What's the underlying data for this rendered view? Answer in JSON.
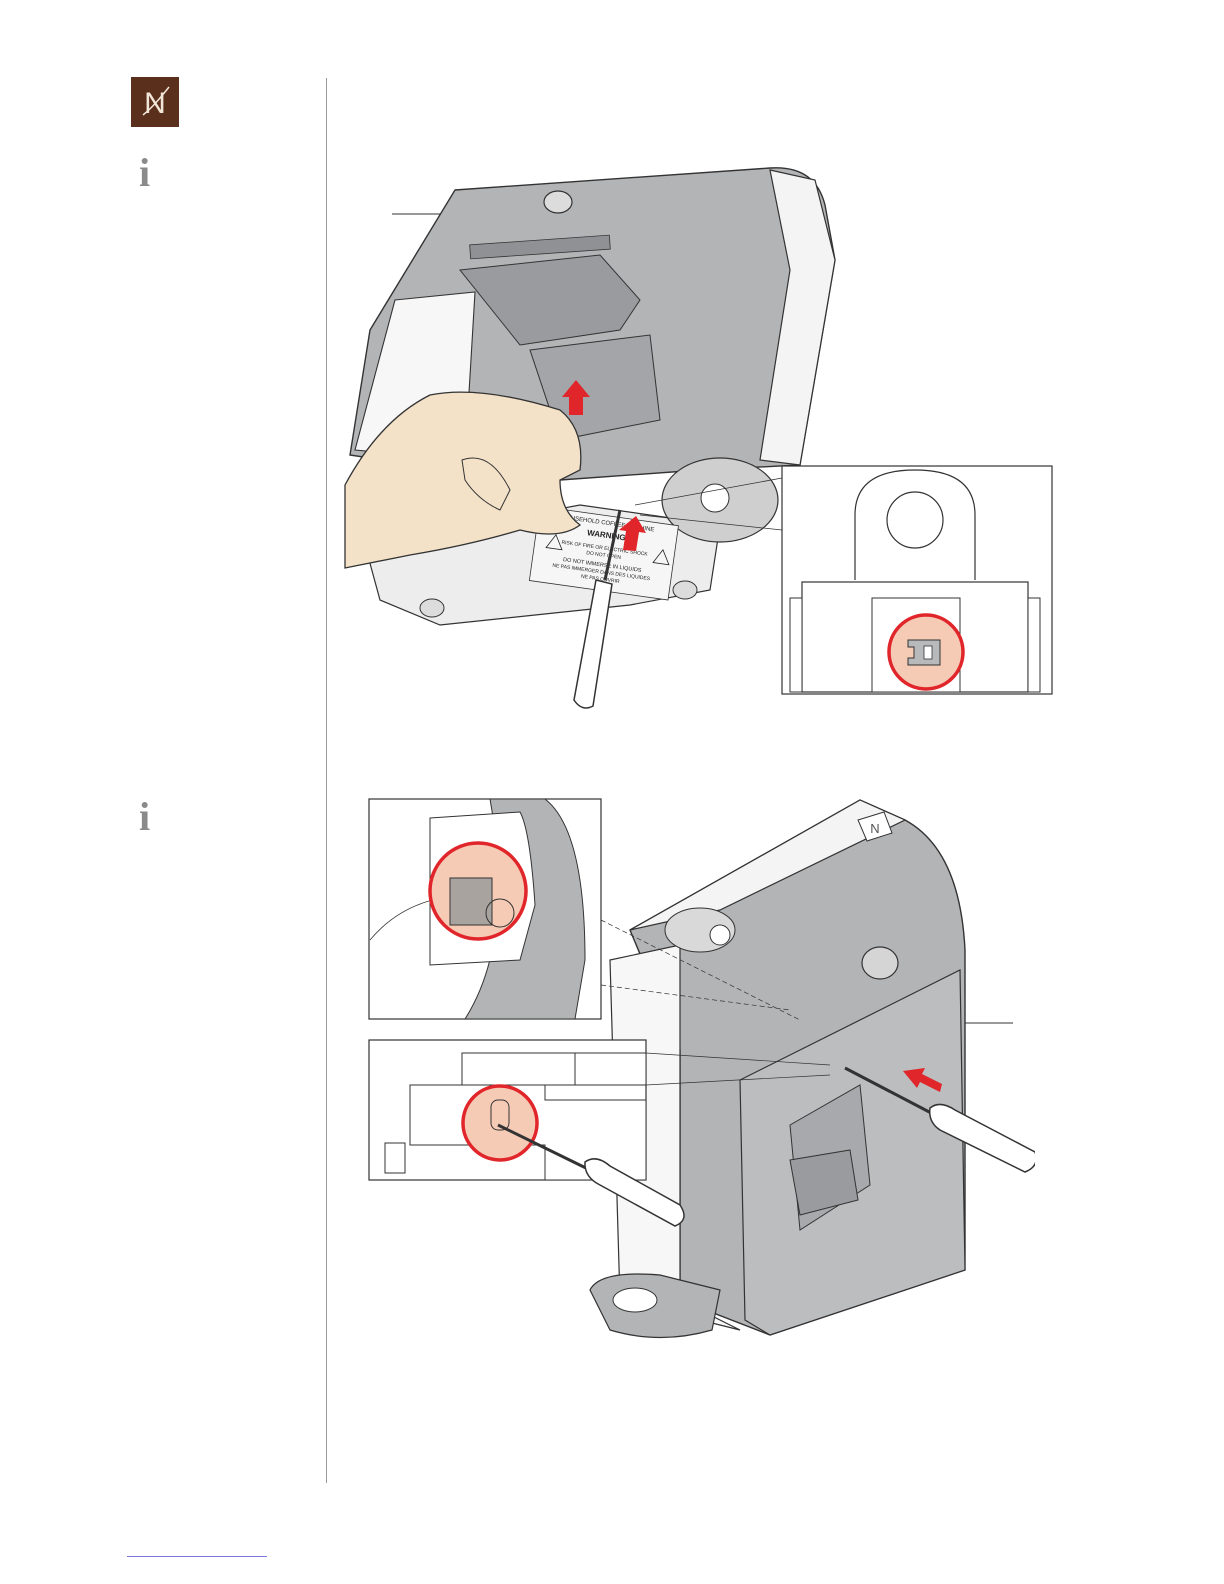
{
  "brand": {
    "logo_letter": "N",
    "logo_bg": "#5a2f1c"
  },
  "steps": [
    {
      "info_icon": "i"
    },
    {
      "info_icon": "i"
    }
  ],
  "figure1": {
    "warning_heading": "WARNING",
    "label_line_top": "HOUSEHOLD COFFEE MACHINE",
    "label_line_1": "RISK OF FIRE OR ELECTRIC SHOCK",
    "label_line_2": "DO NOT OPEN",
    "label_line_3": "DO NOT IMMERSE IN LIQUIDS",
    "label_line_4": "NE PAS IMMERGER DANS DES LIQUIDES",
    "label_line_5": "NE PAS OUVRIR"
  },
  "figure2": {
    "badge_letter": "N"
  },
  "colors": {
    "accent_red": "#e0262a",
    "highlight": "#f6cbb5",
    "metal": "#b8b9bb",
    "skin": "#f3e2c8"
  }
}
